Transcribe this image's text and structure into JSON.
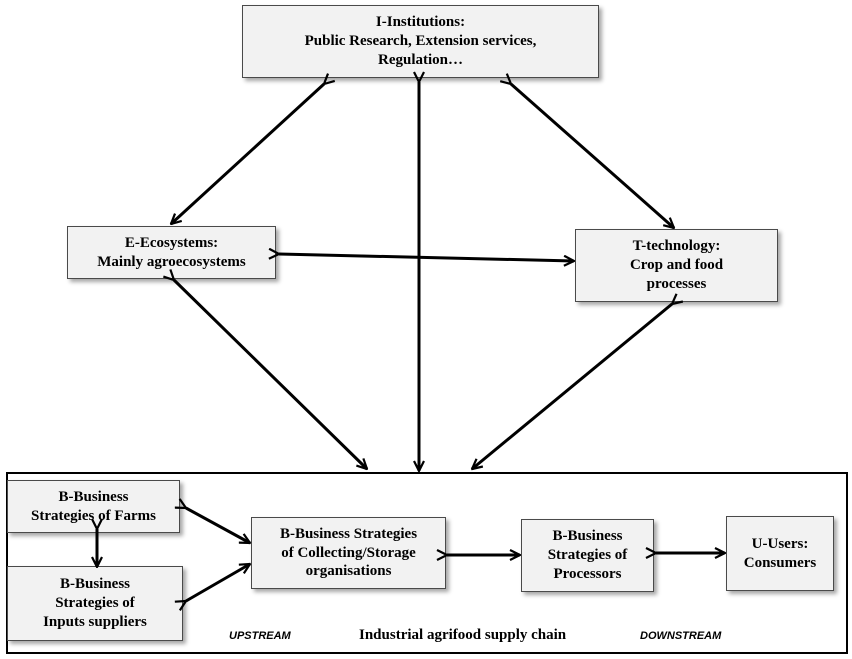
{
  "institutions": {
    "lines": [
      "I-Institutions:",
      "Public Research, Extension services,",
      "Regulation…"
    ]
  },
  "ecosystems": {
    "lines": [
      "E-Ecosystems:",
      "Mainly agroecosystems"
    ]
  },
  "technology": {
    "lines": [
      "T-technology:",
      "Crop and food",
      "processes"
    ]
  },
  "supply_chain": {
    "title": "Industrial agrifood supply chain",
    "upstream_label": "UPSTREAM",
    "downstream_label": "DOWNSTREAM",
    "farms": {
      "lines": [
        "B-Business",
        "Strategies of Farms"
      ]
    },
    "inputs_suppliers": {
      "lines": [
        "B-Business",
        "Strategies of",
        "Inputs suppliers"
      ]
    },
    "collecting_storage": {
      "lines": [
        "B-Business Strategies",
        "of Collecting/Storage",
        "organisations"
      ]
    },
    "processors": {
      "lines": [
        "B-Business",
        "Strategies of",
        "Processors"
      ]
    },
    "users": {
      "lines": [
        "U-Users:",
        "Consumers"
      ]
    }
  }
}
